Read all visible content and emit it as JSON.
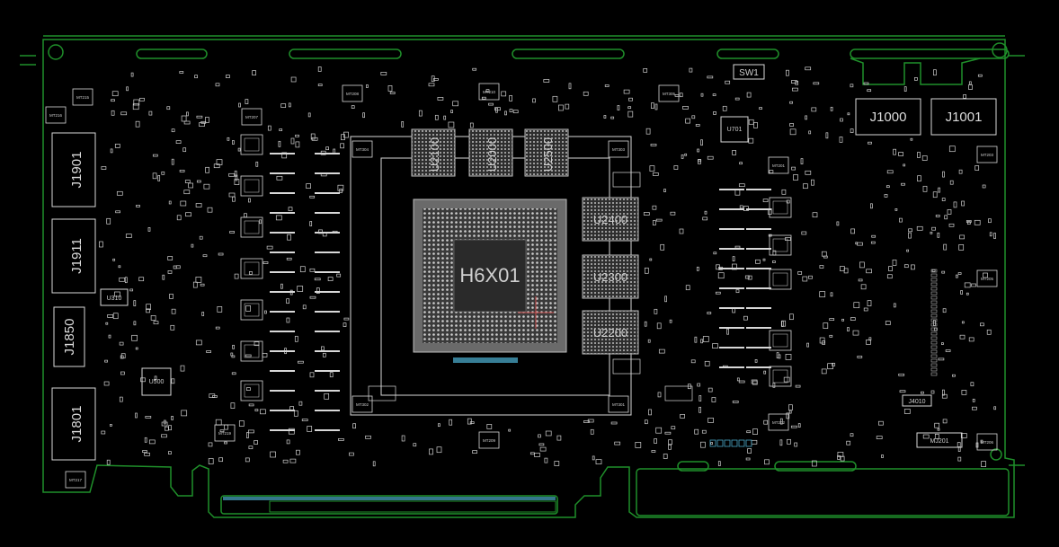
{
  "colors": {
    "background": "#000000",
    "outline": "#1f8f2a",
    "component": "#d8d8d8",
    "pad_accent": "#4aa8c8",
    "marker": "#c84a4a"
  },
  "connectors_vertical": [
    "J1901",
    "J1911",
    "J1850",
    "J1801"
  ],
  "connectors_top": [
    "J1000",
    "J1001"
  ],
  "switch_label": "SW1",
  "center_chip": "H6X01",
  "memory_top": [
    "U2100",
    "U2000",
    "U2500"
  ],
  "memory_right": [
    "U2400",
    "U2300",
    "U2200"
  ],
  "small_chips": {
    "u310": "U310",
    "u500": "U500",
    "u701": "U701",
    "j4010": "J4010",
    "mj201": "MJ201"
  },
  "mount_holes": [
    "MT215",
    "MT216",
    "MT217",
    "MT207",
    "MT208",
    "MT305",
    "MT304",
    "MT303",
    "MT302",
    "MT301",
    "MT201",
    "MT202",
    "MT203",
    "MT209",
    "MT219",
    "MT205",
    "MT206",
    "MT210"
  ]
}
